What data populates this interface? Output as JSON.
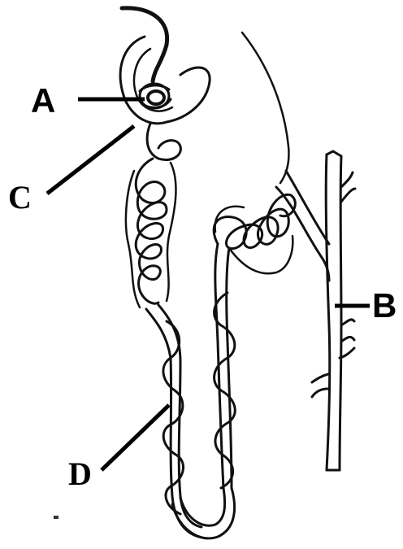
{
  "diagram": {
    "subject": "nephron",
    "labels": {
      "a": "A",
      "b": "B",
      "c": "C",
      "d": "D"
    },
    "colors": {
      "ink": "#111111",
      "background": "#ffffff"
    }
  }
}
